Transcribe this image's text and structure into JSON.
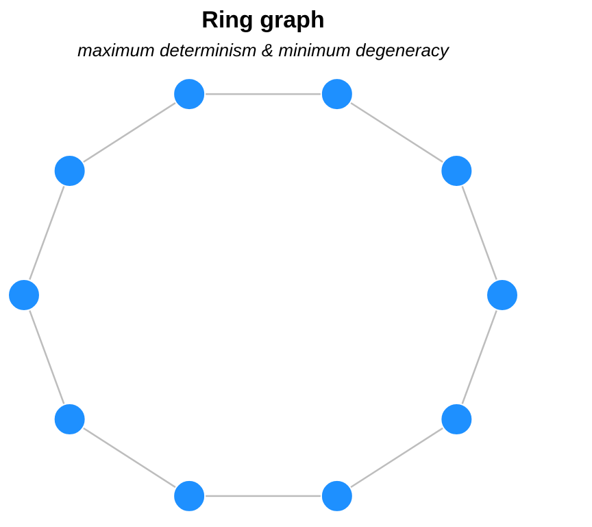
{
  "header": {
    "title": "Ring graph",
    "subtitle": "maximum determinism & minimum degeneracy"
  },
  "graph": {
    "type": "ring",
    "node_count": 10,
    "edges": [
      [
        0,
        1
      ],
      [
        1,
        2
      ],
      [
        2,
        3
      ],
      [
        3,
        4
      ],
      [
        4,
        5
      ],
      [
        5,
        6
      ],
      [
        6,
        7
      ],
      [
        7,
        8
      ],
      [
        8,
        9
      ],
      [
        9,
        0
      ]
    ],
    "colors": {
      "node": "#1E90FF",
      "edge": "#BDBDBD",
      "node_outline": "#FFFFFF"
    }
  }
}
